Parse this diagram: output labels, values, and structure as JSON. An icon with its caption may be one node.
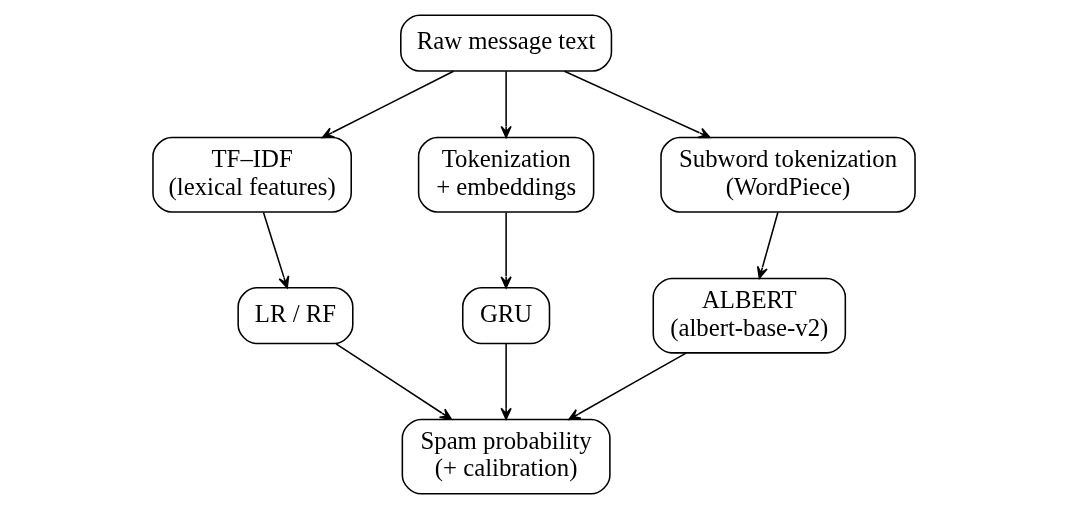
{
  "diagram": {
    "nodes": [
      {
        "text": [
          "Raw message text"
        ]
      },
      {
        "text": [
          "TF–IDF",
          "(lexical features)"
        ]
      },
      {
        "text": [
          "Tokenization",
          "+ embeddings"
        ]
      },
      {
        "text": [
          "Subword tokenization",
          "(WordPiece)"
        ]
      },
      {
        "text": [
          "LR / RF"
        ]
      },
      {
        "text": [
          "GRU"
        ]
      },
      {
        "text": [
          "ALBERT",
          "(albert-base-v2)"
        ]
      },
      {
        "text": [
          "Spam probability",
          "(+ calibration)"
        ]
      }
    ],
    "edges": [
      {
        "from": 0,
        "to": 1,
        "arrow": "to"
      },
      {
        "from": 0,
        "to": 2,
        "arrow": "to"
      },
      {
        "from": 0,
        "to": 3,
        "arrow": "to"
      },
      {
        "from": 1,
        "to": 4,
        "arrow": "to"
      },
      {
        "from": 2,
        "to": 5,
        "arrow": "to"
      },
      {
        "from": 3,
        "to": 6,
        "arrow": "to"
      },
      {
        "from": 4,
        "to": 7,
        "arrow": "to"
      },
      {
        "from": 5,
        "to": 7,
        "arrow": "to"
      },
      {
        "from": 6,
        "to": 7,
        "arrow": "to"
      }
    ]
  }
}
